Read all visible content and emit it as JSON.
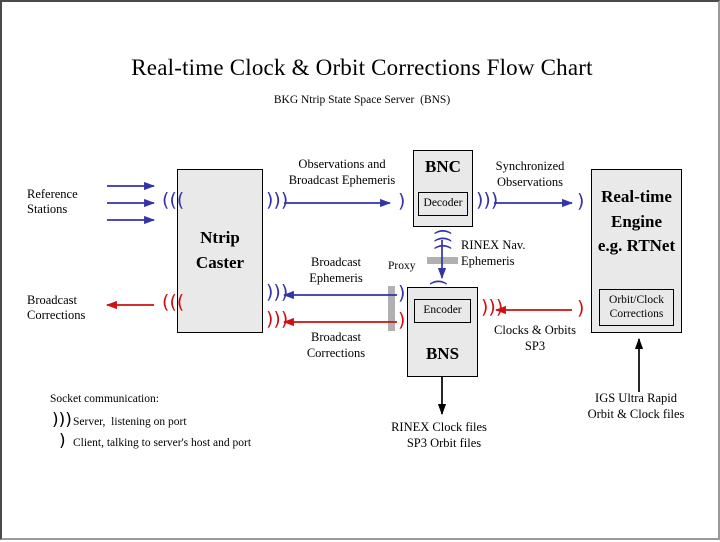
{
  "page": {
    "title": "Real-time Clock & Orbit Corrections Flow Chart",
    "subtitle": "BKG Ntrip State Space Server  (BNS)",
    "background": "#ffffff",
    "frame_color": "#9a9a9a"
  },
  "colors": {
    "blue_arrow": "#3333aa",
    "red_arrow": "#cc1111",
    "black_arrow": "#000000",
    "box_fill": "#e9e9e9",
    "box_border": "#000000",
    "proxy_gray": "#b0b0b0"
  },
  "boxes": {
    "ntrip_caster": {
      "label_line1": "Ntrip",
      "label_line2": "Caster"
    },
    "bnc": {
      "title": "BNC",
      "sub_label": "Decoder"
    },
    "bns": {
      "title": "BNS",
      "sub_label": "Encoder"
    },
    "rt_engine": {
      "line1": "Real-time",
      "line2": "Engine",
      "line3": "e.g. RTNet",
      "sub_label_line1": "Orbit/Clock",
      "sub_label_line2": "Corrections"
    }
  },
  "labels": {
    "reference_stations_l1": "Reference",
    "reference_stations_l2": "Stations",
    "broadcast_corrections_out_l1": "Broadcast",
    "broadcast_corrections_out_l2": "Corrections",
    "observations_l1": "Observations and",
    "observations_l2": "Broadcast Ephemeris",
    "synchronized_l1": "Synchronized",
    "synchronized_l2": "Observations",
    "rinex_nav_l1": "RINEX Nav.",
    "rinex_nav_l2": "Ephemeris",
    "proxy": "Proxy",
    "broadcast_ephemeris_l1": "Broadcast",
    "broadcast_ephemeris_l2": "Ephemeris",
    "broadcast_corrections_mid_l1": "Broadcast",
    "broadcast_corrections_mid_l2": "Corrections",
    "clocks_orbits_l1": "Clocks & Orbits",
    "clocks_orbits_l2": "SP3",
    "rinex_clock_files_l1": "RINEX Clock files",
    "rinex_clock_files_l2": "SP3 Orbit files",
    "igs_ultra_rapid_l1": "IGS Ultra Rapid",
    "igs_ultra_rapid_l2": "Orbit & Clock files"
  },
  "legend": {
    "heading": "Socket communication:",
    "server_symbol": "server-socket-icon",
    "server_text": "Server,  listening on port",
    "client_symbol": "client-socket-icon",
    "client_text": "Client, talking to server's host and port"
  }
}
